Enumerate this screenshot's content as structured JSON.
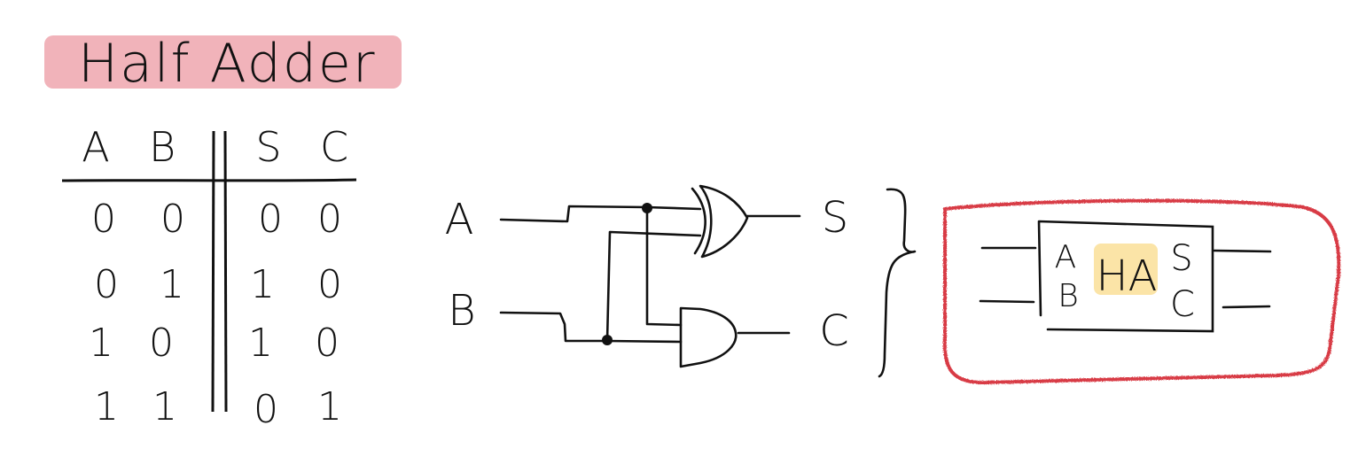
{
  "title": "Half Adder",
  "truth_table": {
    "headers": [
      "A",
      "B",
      "S",
      "C"
    ],
    "rows": [
      [
        "0",
        "0",
        "0",
        "0"
      ],
      [
        "0",
        "1",
        "1",
        "0"
      ],
      [
        "1",
        "0",
        "1",
        "0"
      ],
      [
        "1",
        "1",
        "0",
        "1"
      ]
    ]
  },
  "circuit": {
    "input_a": "A",
    "input_b": "B",
    "output_s": "S",
    "output_c": "C"
  },
  "block": {
    "label": "HA",
    "in_a": "A",
    "in_b": "B",
    "out_s": "S",
    "out_c": "C"
  },
  "colors": {
    "title_highlight": "#ec9aa3",
    "block_outline": "#d83a45",
    "ha_highlight": "#fbe3a2",
    "ink": "#111111"
  }
}
